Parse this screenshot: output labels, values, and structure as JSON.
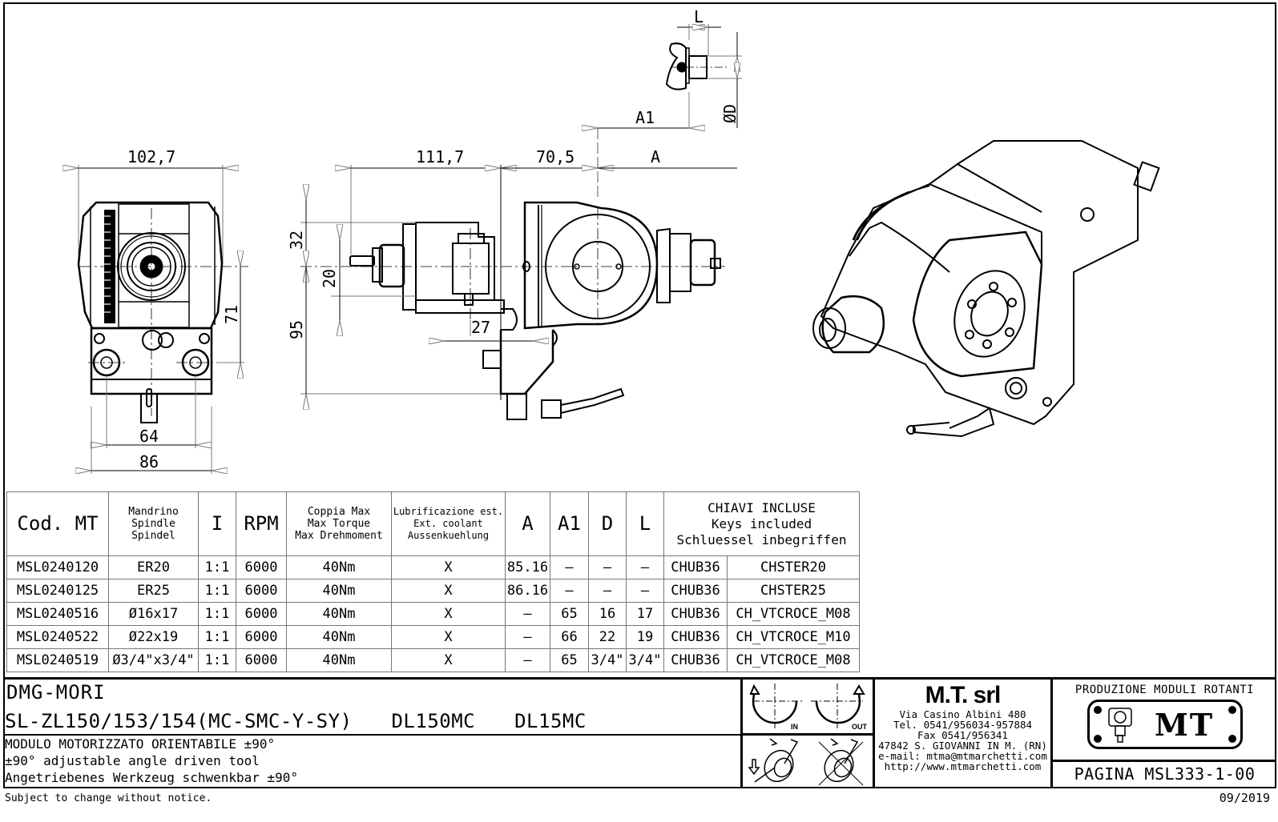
{
  "dimensions": {
    "front_width": "102,7",
    "front_height": "71",
    "front_hole_spacing": "64",
    "front_base_width": "86",
    "side_length": "111,7",
    "side_offset": "70,5",
    "side_a": "A",
    "side_a1": "A1",
    "side_32": "32",
    "side_20": "20",
    "side_95": "95",
    "side_27": "27",
    "key_l": "L",
    "key_d": "ØD"
  },
  "table": {
    "headers": {
      "code": "Cod. MT",
      "spindle": [
        "Mandrino",
        "Spindle",
        "Spindel"
      ],
      "ratio": "I",
      "rpm": "RPM",
      "torque": [
        "Coppia Max",
        "Max Torque",
        "Max Drehmoment"
      ],
      "coolant": [
        "Lubrificazione est.",
        "Ext. coolant",
        "Aussenkuehlung"
      ],
      "a": "A",
      "a1": "A1",
      "d": "D",
      "l": "L",
      "keys": [
        "CHIAVI INCLUSE",
        "Keys included",
        "Schluessel inbegriffen"
      ]
    },
    "rows": [
      {
        "code": "MSL0240120",
        "spindle": "ER20",
        "ratio": "1:1",
        "rpm": "6000",
        "torque": "40Nm",
        "coolant": "X",
        "a": "85.16",
        "a1": "–",
        "d": "–",
        "l": "–",
        "key1": "CHUB36",
        "key2": "CHSTER20"
      },
      {
        "code": "MSL0240125",
        "spindle": "ER25",
        "ratio": "1:1",
        "rpm": "6000",
        "torque": "40Nm",
        "coolant": "X",
        "a": "86.16",
        "a1": "–",
        "d": "–",
        "l": "–",
        "key1": "CHUB36",
        "key2": "CHSTER25"
      },
      {
        "code": "MSL0240516",
        "spindle": "Ø16x17",
        "ratio": "1:1",
        "rpm": "6000",
        "torque": "40Nm",
        "coolant": "X",
        "a": "–",
        "a1": "65",
        "d": "16",
        "l": "17",
        "key1": "CHUB36",
        "key2": "CH_VTCROCE_M08"
      },
      {
        "code": "MSL0240522",
        "spindle": "Ø22x19",
        "ratio": "1:1",
        "rpm": "6000",
        "torque": "40Nm",
        "coolant": "X",
        "a": "–",
        "a1": "66",
        "d": "22",
        "l": "19",
        "key1": "CHUB36",
        "key2": "CH_VTCROCE_M10"
      },
      {
        "code": "MSL0240519",
        "spindle": "Ø3/4\"x3/4\"",
        "ratio": "1:1",
        "rpm": "6000",
        "torque": "40Nm",
        "coolant": "X",
        "a": "–",
        "a1": "65",
        "d": "3/4\"",
        "l": "3/4\"",
        "key1": "CHUB36",
        "key2": "CH_VTCROCE_M08"
      }
    ]
  },
  "title_block": {
    "machine_brand": "DMG-MORI",
    "machine_models": [
      "SL-ZL150/153/154(MC-SMC-Y-SY)",
      "DL150MC",
      "DL15MC"
    ],
    "description": [
      "MODULO MOTORIZZATO ORIENTABILE ±90°",
      "±90° adjustable angle driven tool",
      "Angetriebenes Werkzeug schwenkbar ±90°"
    ],
    "rotation_in": "IN",
    "rotation_out": "OUT",
    "company": {
      "name": "M.T. srl",
      "address": "Via Casino Albini 480",
      "tel": "Tel. 0541/956034-957884",
      "fax": "Fax 0541/956341",
      "city": "47842 S. GIOVANNI IN M. (RN)",
      "email": "e-mail: mtma@mtmarchetti.com",
      "web": "http://www.mtmarchetti.com"
    },
    "logo_caption": "PRODUZIONE MODULI ROTANTI",
    "logo_text": "MT",
    "page": "PAGINA MSL333-1-00"
  },
  "footer": {
    "note": "Subject to change without notice.",
    "date": "09/2019"
  }
}
